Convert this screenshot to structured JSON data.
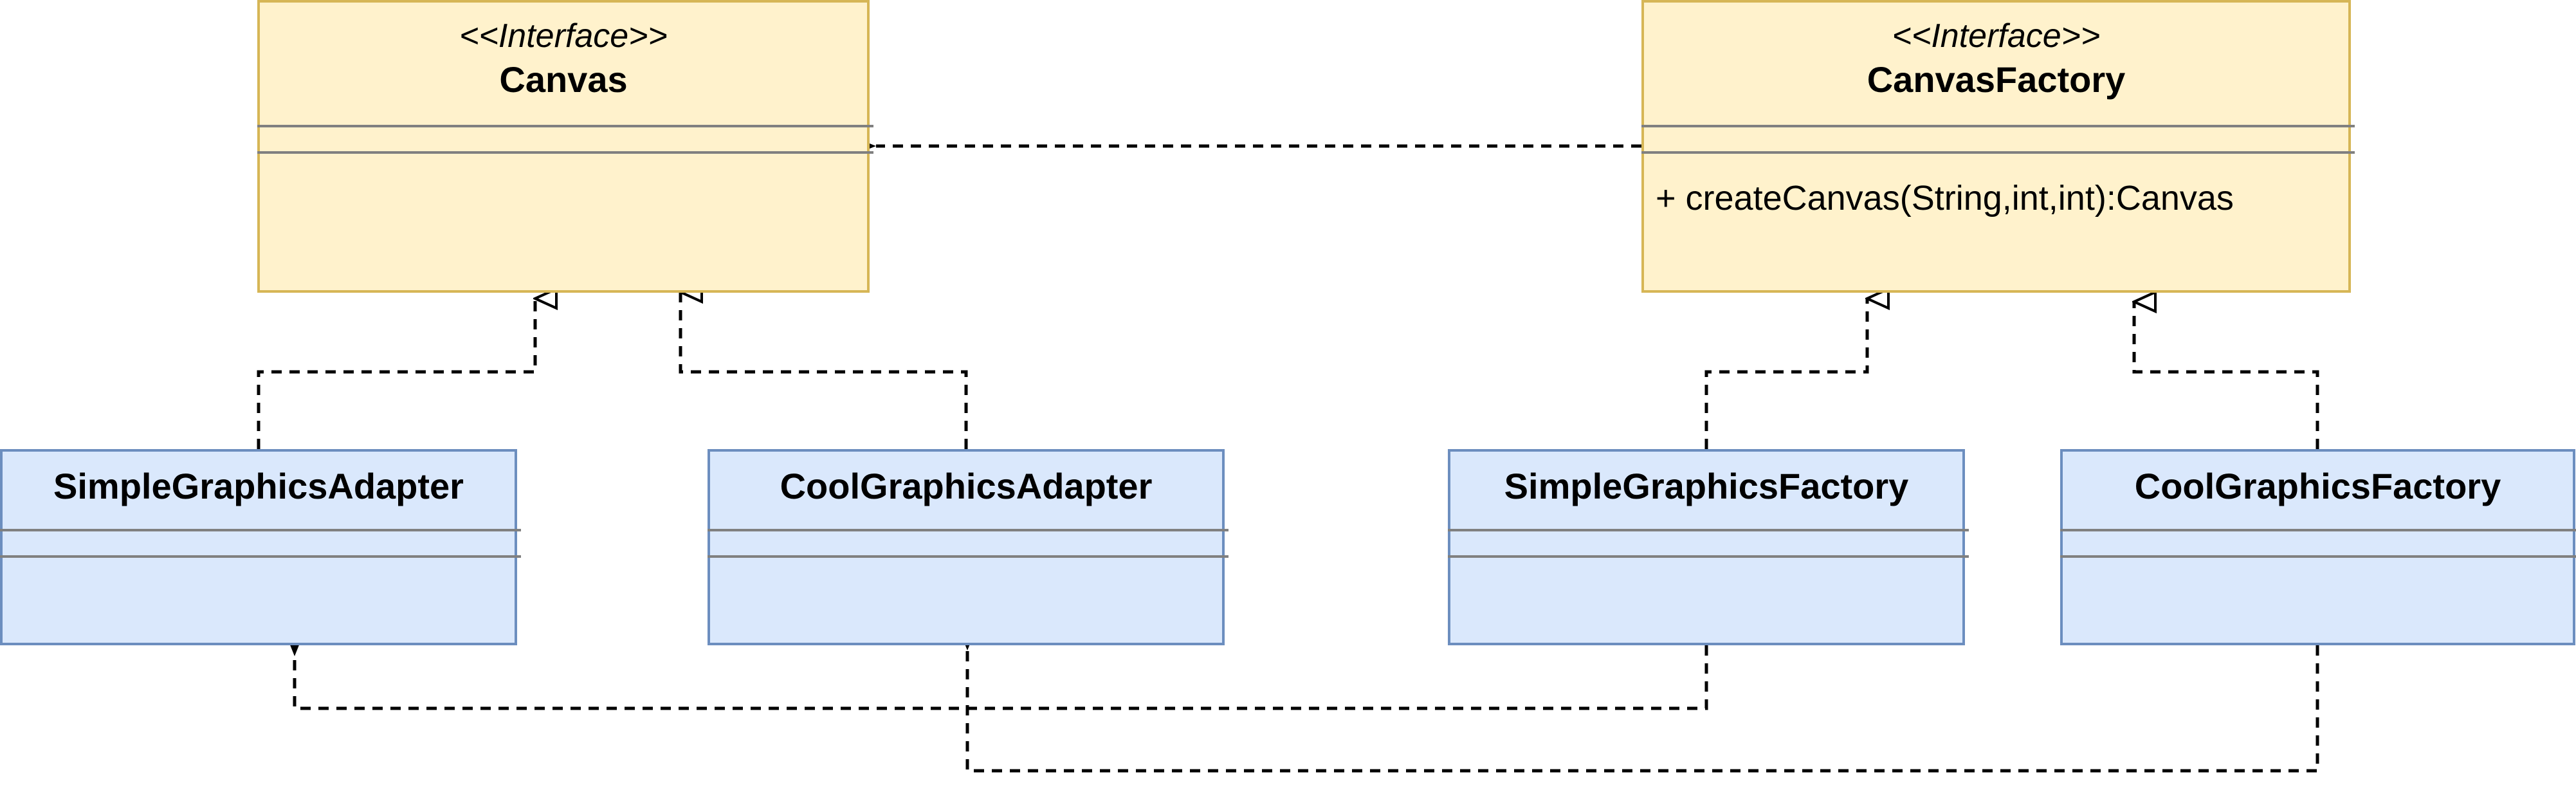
{
  "diagram": {
    "interfaces": [
      {
        "id": "canvas",
        "stereotype": "<<Interface>>",
        "name": "Canvas",
        "operations": []
      },
      {
        "id": "canvas-factory",
        "stereotype": "<<Interface>>",
        "name": "CanvasFactory",
        "operations": [
          "+ createCanvas(String,int,int):Canvas"
        ]
      }
    ],
    "classes": [
      {
        "id": "simple-graphics-adapter",
        "name": "SimpleGraphicsAdapter"
      },
      {
        "id": "cool-graphics-adapter",
        "name": "CoolGraphicsAdapter"
      },
      {
        "id": "simple-graphics-factory",
        "name": "SimpleGraphicsFactory"
      },
      {
        "id": "cool-graphics-factory",
        "name": "CoolGraphicsFactory"
      }
    ],
    "relationships": [
      {
        "type": "dependency",
        "from": "canvas-factory",
        "to": "canvas"
      },
      {
        "type": "realization",
        "from": "simple-graphics-adapter",
        "to": "canvas"
      },
      {
        "type": "realization",
        "from": "cool-graphics-adapter",
        "to": "canvas"
      },
      {
        "type": "realization",
        "from": "simple-graphics-factory",
        "to": "canvas-factory"
      },
      {
        "type": "realization",
        "from": "cool-graphics-factory",
        "to": "canvas-factory"
      },
      {
        "type": "dependency",
        "from": "simple-graphics-factory",
        "to": "simple-graphics-adapter"
      },
      {
        "type": "dependency",
        "from": "cool-graphics-factory",
        "to": "cool-graphics-adapter"
      }
    ],
    "colors": {
      "interface_fill": "#fff2cc",
      "interface_border": "#d6b656",
      "class_fill": "#dae8fc",
      "class_border": "#6c8ebf",
      "divider": "#808080",
      "connector": "#000000"
    }
  }
}
